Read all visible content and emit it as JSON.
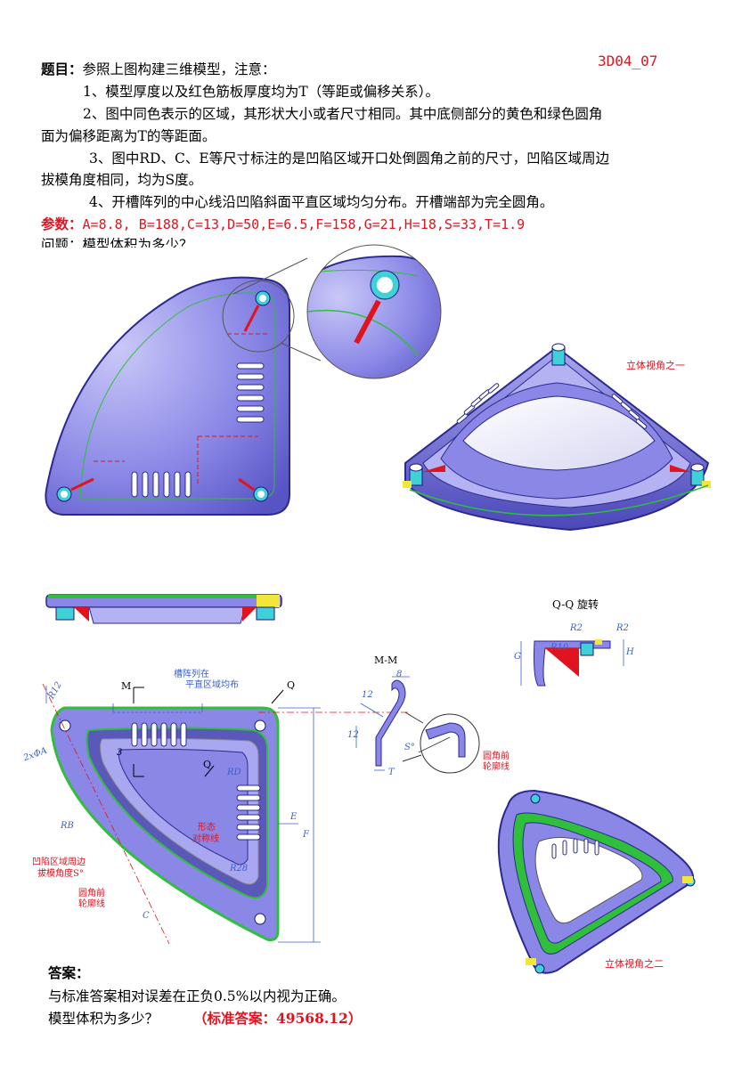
{
  "header": {
    "code": "3D04_07",
    "title_label": "题目：",
    "title_text": "参照上图构建三维模型，注意：",
    "note1": "1、模型厚度以及红色筋板厚度均为T（等距或偏移关系）。",
    "note2_line1": "2、图中同色表示的区域，其形状大小或者尺寸相同。其中底侧部分的黄色和绿色圆角",
    "note2_line2": "面为偏移距离为T的等距面。",
    "note3_line1": "3、图中RD、C、E等尺寸标注的是凹陷区域开口处倒圆角之前的尺寸，凹陷区域周边",
    "note3_line2": "拔模角度相同，均为S度。",
    "note4": "4、开槽阵列的中心线沿凹陷斜面平直区域均匀分布。开槽端部为完全圆角。",
    "params_label": "参数：",
    "params_text": "A=8.8,  B=188,C=13,D=50,E=6.5,F=158,G=21,H=18,S=33,T=1.9",
    "question_partial": "问题：模型体积为多少？"
  },
  "drawing": {
    "iso_view1_label": "立体视角之一",
    "iso_view2_label": "立体视角之二",
    "section_qq_label": "Q-Q 旋转",
    "section_mm_label": "M-M",
    "slot_note_line1": "槽阵列在",
    "slot_note_line2": "平直区域均布",
    "sym_line_1": "形态",
    "sym_line_2": "对称线",
    "draft_note_1": "凹陷区域周边",
    "draft_note_2": "拔模角度S°",
    "fillet_note_1": "圆角前",
    "fillet_note_2": "轮廓线",
    "fillet_note2_1": "圆角前",
    "fillet_note2_2": "轮廓线",
    "dims": {
      "r12_a": "R12",
      "hole": "2xΦA",
      "rb": "RB",
      "rd": "RD",
      "r28": "R28",
      "c": "C",
      "e": "E",
      "f": "F",
      "three": "3",
      "m": "M",
      "q": "Q",
      "q2": "Q",
      "g": "G",
      "h": "H",
      "r2": "R2",
      "r2b": "R2",
      "r10": "R10",
      "t": "T",
      "s": "S°",
      "eight": "8",
      "twelve_a": "12",
      "twelve_b": "12"
    },
    "colors": {
      "body": "#8a87e6",
      "body_dark": "#5b58c9",
      "red": "#e0141e",
      "green": "#2fbf3a",
      "yellow": "#f2e63a",
      "cyan": "#3fd0d8",
      "dim_blue": "#3a5fd0"
    }
  },
  "answer": {
    "label": "答案：",
    "line1": "与标准答案相对误差在正负0.5%以内视为正确。",
    "line2_q": "模型体积为多少？",
    "line2_ans": "（标准答案：49568.12）"
  }
}
